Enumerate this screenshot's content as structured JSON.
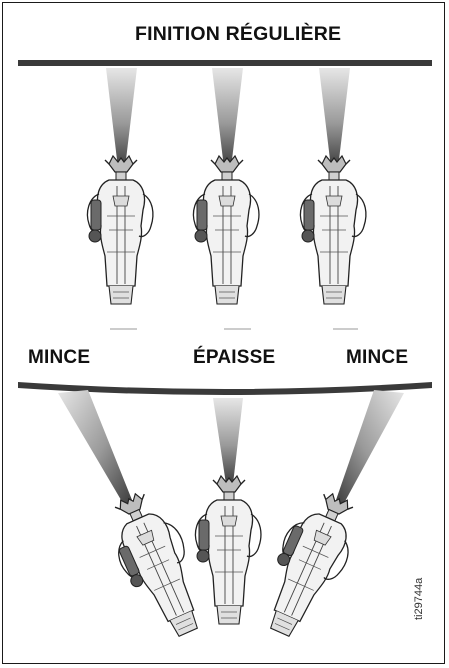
{
  "title": "FINITION RÉGULIÈRE",
  "bottom_labels": {
    "left": "MINCE",
    "center": "ÉPAISSE",
    "right": "MINCE"
  },
  "figure_ref": "ti29744a",
  "colors": {
    "line": "#3a3a3a",
    "spray_dark": "#3d3d3d",
    "spray_light": "#e4e4e4",
    "outline": "#222222"
  }
}
